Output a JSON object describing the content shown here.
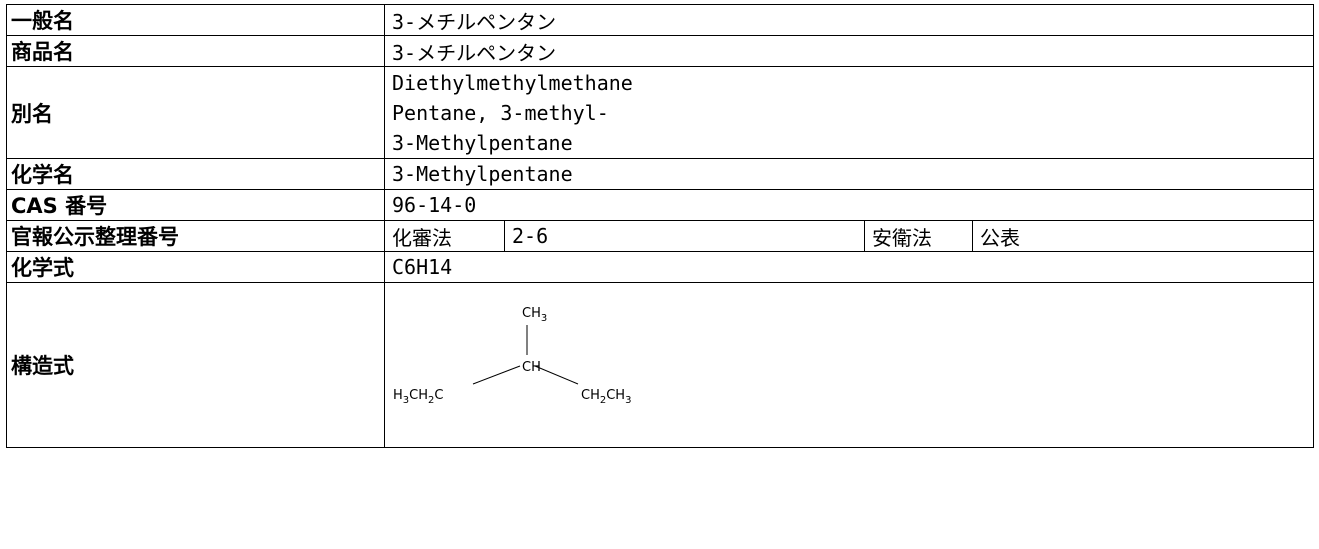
{
  "rows": {
    "general_name": {
      "label": "一般名",
      "value": "3-メチルペンタン"
    },
    "product_name": {
      "label": "商品名",
      "value": "3-メチルペンタン"
    },
    "aliases": {
      "label": "別名",
      "values": [
        "Diethylmethylmethane",
        "Pentane, 3-methyl-",
        "3-Methylpentane"
      ]
    },
    "chemical_name": {
      "label": "化学名",
      "value": "3-Methylpentane"
    },
    "cas_number": {
      "label": "CAS 番号",
      "value": "96-14-0"
    },
    "gazette_number": {
      "label": "官報公示整理番号",
      "kashin_label": "化審法",
      "kashin_value": "2-6",
      "anei_label": "安衛法",
      "anei_value": "公表"
    },
    "formula": {
      "label": "化学式",
      "value": "C6H14"
    },
    "structure": {
      "label": "構造式",
      "top_group": {
        "main": "CH",
        "sub": "3"
      },
      "center_group": "CH",
      "left_group": {
        "p1": "H",
        "s1": "3",
        "p2": "CH",
        "s2": "2",
        "p3": "C"
      },
      "right_group": {
        "p1": "CH",
        "s1": "2",
        "p2": "CH",
        "s2": "3"
      }
    }
  }
}
